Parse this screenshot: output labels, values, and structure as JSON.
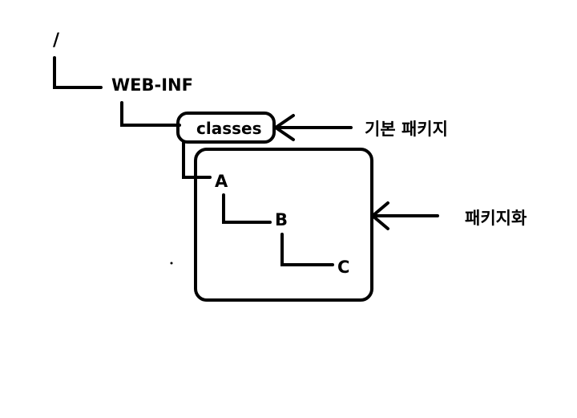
{
  "tree": {
    "root": "/",
    "web_inf": "WEB-INF",
    "classes": "classes",
    "a": "A",
    "b": "B",
    "c": "C"
  },
  "annotations": {
    "base_package": "기본 패키지",
    "packaging": "패키지화"
  },
  "colors": {
    "stroke": "#000000",
    "background": "#ffffff"
  }
}
